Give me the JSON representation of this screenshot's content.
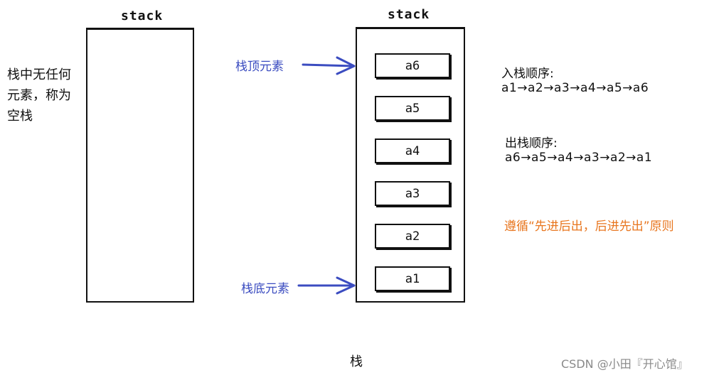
{
  "empty_stack": {
    "title": "stack",
    "description": [
      "栈中无任何",
      "元素，称为",
      "空栈"
    ]
  },
  "full_stack": {
    "title": "stack",
    "items": [
      "a6",
      "a5",
      "a4",
      "a3",
      "a2",
      "a1"
    ],
    "top_label": "栈顶元素",
    "bottom_label": "栈底元素"
  },
  "push_order": {
    "title": "入栈顺序:",
    "sequence": [
      "a1",
      "a2",
      "a3",
      "a4",
      "a5",
      "a6"
    ]
  },
  "pop_order": {
    "title": "出栈顺序:",
    "sequence": [
      "a6",
      "a5",
      "a4",
      "a3",
      "a2",
      "a1"
    ]
  },
  "principle": "遵循“先进后出，后进先出”原则",
  "caption": "栈",
  "watermark": "CSDN @小田『开心馆』",
  "colors": {
    "label_blue": "#3b4cc0",
    "arrow_blue": "#3b4cc0",
    "principle_orange": "#e8761f",
    "stroke": "#111111"
  }
}
